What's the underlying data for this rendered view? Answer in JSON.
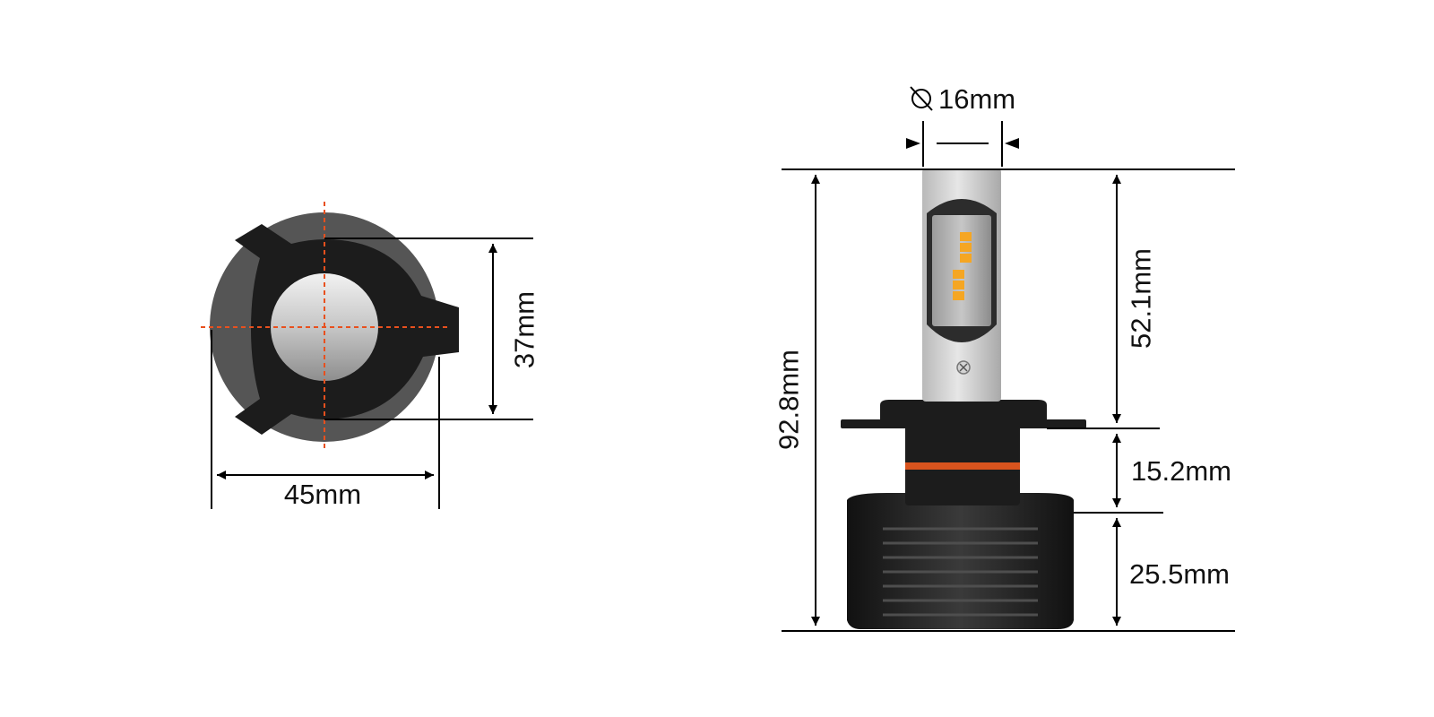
{
  "top_view": {
    "width_label": "45mm",
    "height_label": "37mm"
  },
  "side_view": {
    "diameter_label": "16mm",
    "total_height_label": "92.8mm",
    "upper_label": "52.1mm",
    "middle_label": "15.2mm",
    "lower_label": "25.5mm"
  },
  "colors": {
    "outer_disc": "#555555",
    "base_black": "#1c1c1c",
    "lens_silver": "#c9c9c9",
    "crosshair": "#e8501e",
    "led_amber": "#f5a623",
    "seal_ring": "#d9541e",
    "dimension_line": "#000000"
  },
  "icons": {
    "diameter": "diameter-icon"
  }
}
